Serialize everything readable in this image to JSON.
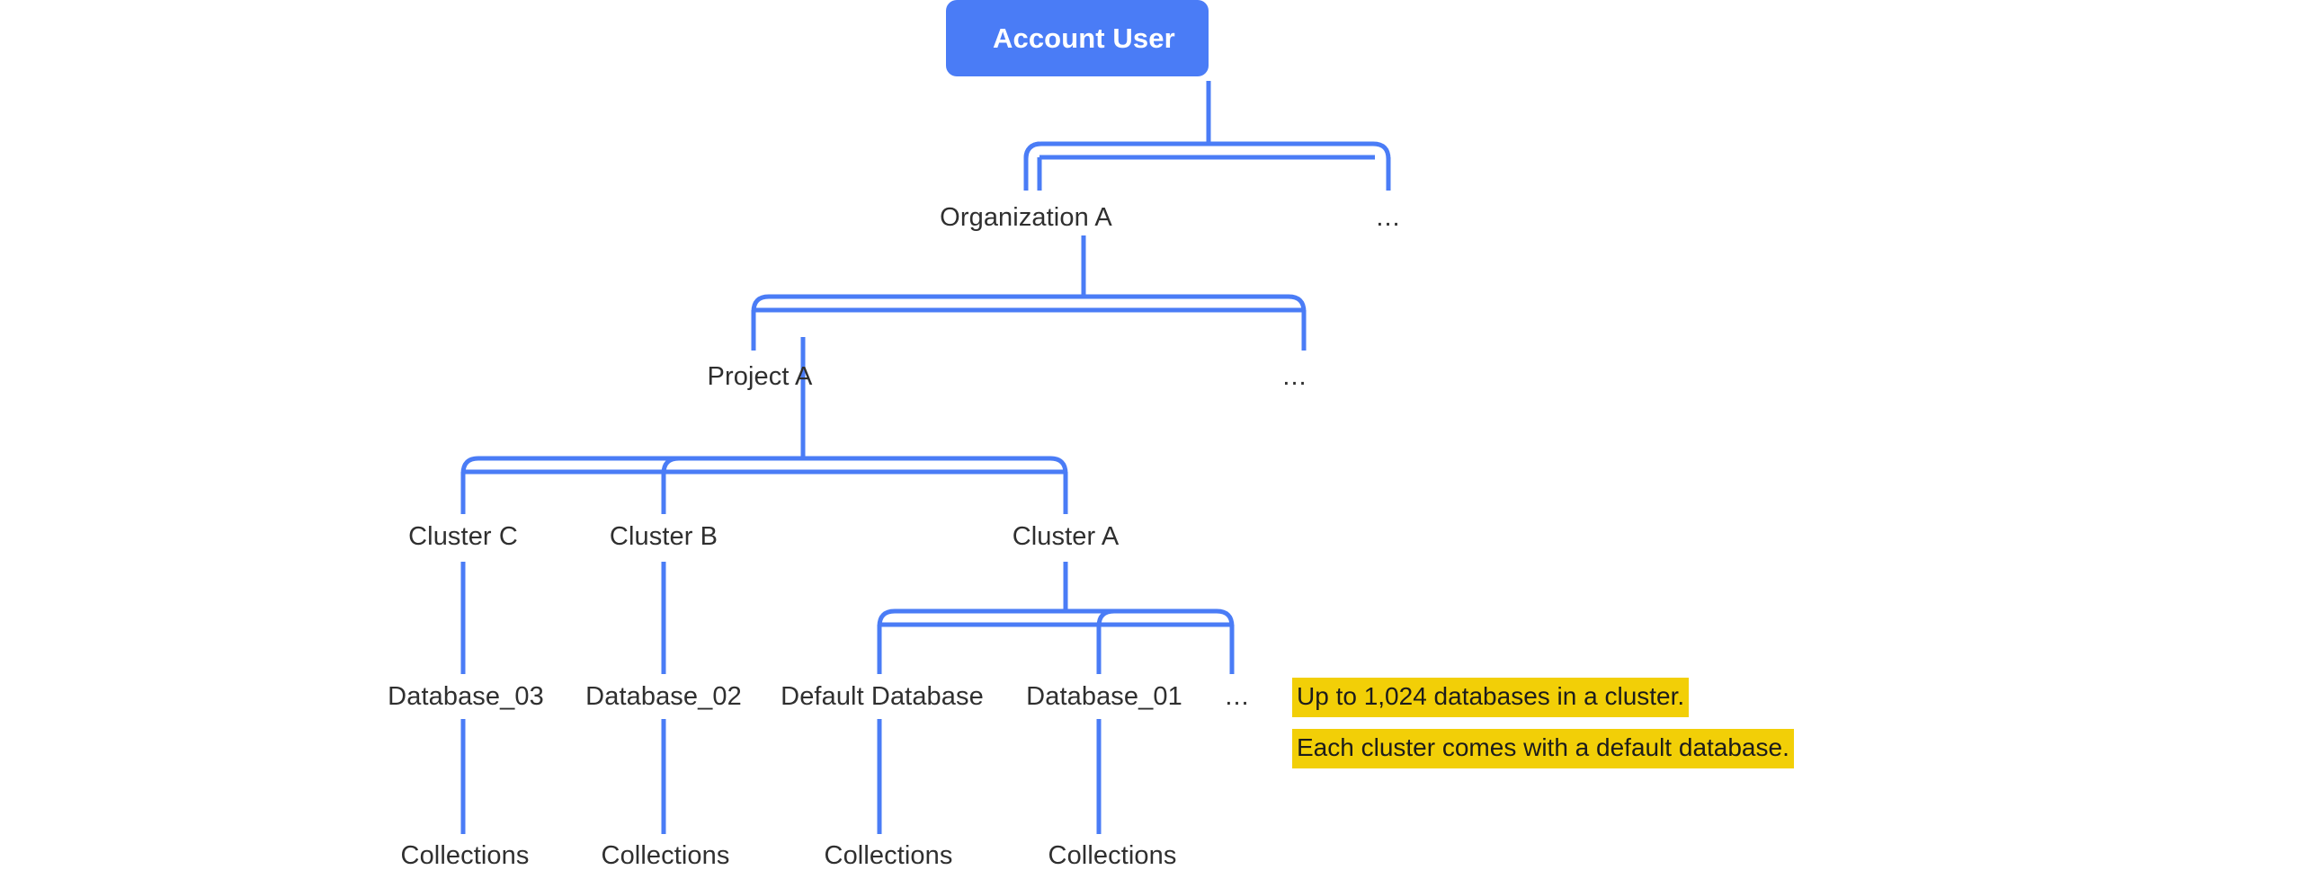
{
  "diagram": {
    "title": "Account User deployment hierarchy",
    "colors": {
      "edge": "#4a7cf6",
      "root_fill": "#4a7cf6",
      "root_text": "#ffffff",
      "node_text": "#2f2f2f",
      "highlight": "#f2cf07",
      "background": "#ffffff"
    },
    "levels": [
      {
        "name": "account",
        "nodes": [
          {
            "id": "account-user",
            "label": "Account User",
            "kind": "root-box"
          }
        ]
      },
      {
        "name": "organization",
        "nodes": [
          {
            "id": "organization-a",
            "label": "Organization A",
            "kind": "label"
          },
          {
            "id": "organization-more",
            "label": "...",
            "kind": "ellipsis"
          }
        ]
      },
      {
        "name": "project",
        "nodes": [
          {
            "id": "project-a",
            "label": "Project A",
            "kind": "label"
          },
          {
            "id": "project-more",
            "label": "...",
            "kind": "ellipsis"
          }
        ]
      },
      {
        "name": "cluster",
        "nodes": [
          {
            "id": "cluster-c",
            "label": "Cluster C",
            "kind": "label"
          },
          {
            "id": "cluster-b",
            "label": "Cluster B",
            "kind": "label"
          },
          {
            "id": "cluster-a",
            "label": "Cluster A",
            "kind": "label"
          }
        ]
      },
      {
        "name": "database",
        "nodes": [
          {
            "id": "database-03",
            "label": "Database_03",
            "kind": "label"
          },
          {
            "id": "database-02",
            "label": "Database_02",
            "kind": "label"
          },
          {
            "id": "default-database",
            "label": "Default Database",
            "kind": "label"
          },
          {
            "id": "database-01",
            "label": "Database_01",
            "kind": "label"
          },
          {
            "id": "database-more",
            "label": "...",
            "kind": "ellipsis"
          }
        ]
      },
      {
        "name": "collections",
        "nodes": [
          {
            "id": "collections-1",
            "label": "Collections",
            "kind": "label"
          },
          {
            "id": "collections-2",
            "label": "Collections",
            "kind": "label"
          },
          {
            "id": "collections-3",
            "label": "Collections",
            "kind": "label"
          },
          {
            "id": "collections-4",
            "label": "Collections",
            "kind": "label"
          }
        ]
      }
    ],
    "notes": [
      {
        "id": "note-database-limit",
        "text": "Up to 1,024 databases in a cluster."
      },
      {
        "id": "note-default-database",
        "text": "Each cluster comes with a default database."
      }
    ]
  }
}
